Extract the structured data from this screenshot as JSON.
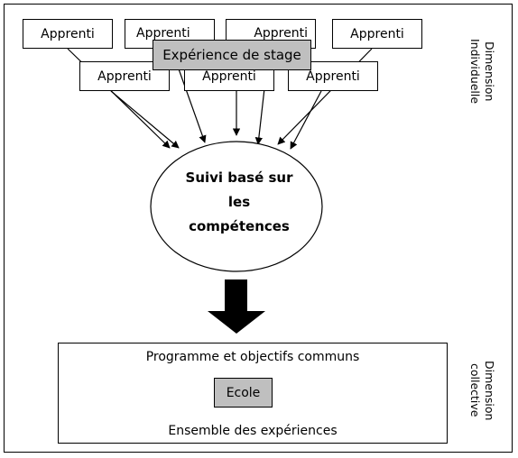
{
  "diagram": {
    "top_boxes": [
      "Apprenti",
      "Apprenti",
      "Apprenti",
      "Apprenti"
    ],
    "bottom_boxes": [
      "Apprenti",
      "Apprenti",
      "Apprenti"
    ],
    "stage_label": "Expérience de stage",
    "ellipse_lines": [
      "Suivi  basé sur",
      "les",
      "compétences"
    ],
    "individual_dimension": [
      "Dimension",
      "Individuelle"
    ],
    "collective_dimension": [
      "Dimension",
      "collective"
    ],
    "collective_box": {
      "top_text": "Programme et objectifs communs",
      "center_label": "Ecole",
      "bottom_text": "Ensemble des expériences"
    }
  }
}
